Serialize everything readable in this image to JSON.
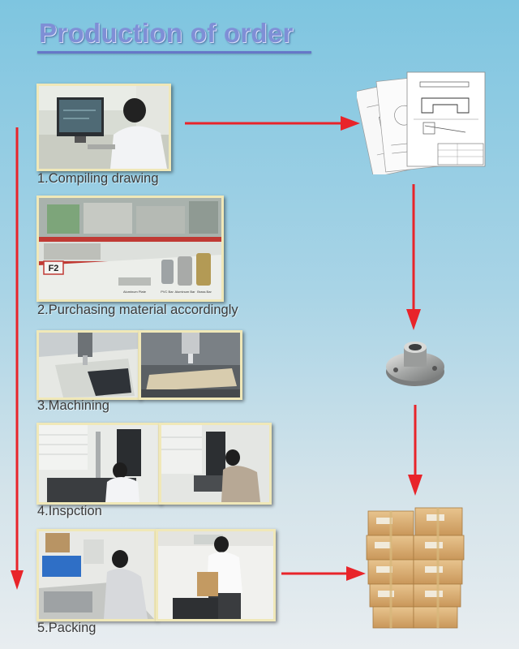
{
  "title": "Production of order",
  "steps": [
    {
      "label": "1.Compiling drawing"
    },
    {
      "label": "2.Purchasing material accordingly"
    },
    {
      "label": "3.Machining"
    },
    {
      "label": "4.Inspction"
    },
    {
      "label": "5.Packing"
    }
  ],
  "material_photo": {
    "shelf_tag": "F2",
    "captions": [
      "Aluminum Plate",
      "PVC Bar",
      "Aluminum Bar",
      "Brass Bar"
    ]
  },
  "colors": {
    "arrow": "#e8242a",
    "title": "#7f8fd6",
    "photo_border": "#f0e8b8"
  }
}
